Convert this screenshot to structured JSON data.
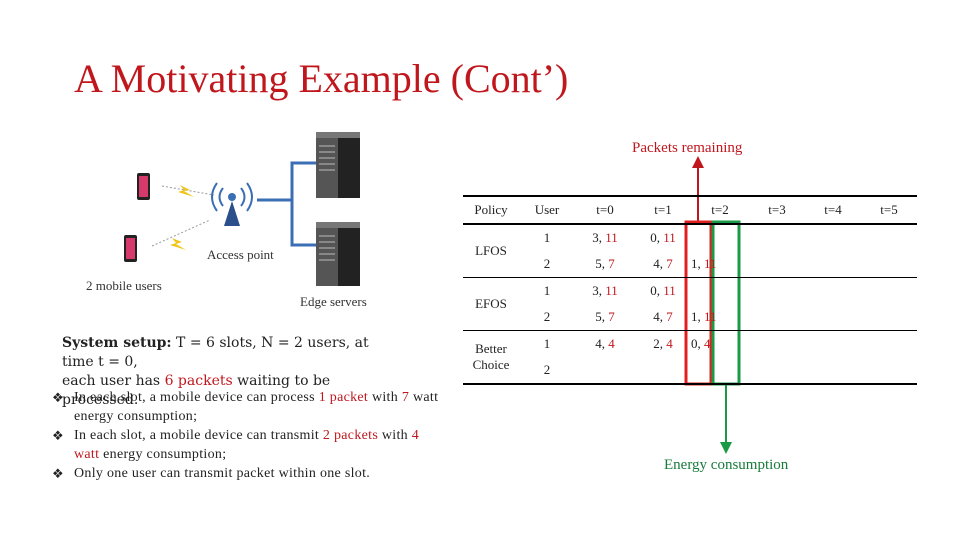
{
  "title": "A Motivating Example (Cont’)",
  "diagram": {
    "access_point_label": "Access point",
    "mobile_users_label": "2 mobile users",
    "edge_servers_label": "Edge servers"
  },
  "setup": {
    "label": "System setup:",
    "line1_rest": "T = 6 slots, N = 2 users, at time t = 0,",
    "line2_a": "each user has",
    "line2_packets": "6 packets",
    "line2_b": "waiting to be processed."
  },
  "bullets": [
    {
      "a": "In each slot, a mobile device can process",
      "hl1": "1 packet",
      "b": "with",
      "hl2": "7",
      "c": "watt energy consumption;"
    },
    {
      "a": "In each slot, a mobile device can transmit",
      "hl1": "2 packets",
      "b": "with",
      "hl2": "4 watt",
      "c": "energy consumption;"
    },
    {
      "a": "Only one user can transmit packet within one slot.",
      "hl1": "",
      "b": "",
      "hl2": "",
      "c": ""
    }
  ],
  "annotations": {
    "packets_remaining": "Packets remaining",
    "energy_consumption": "Energy consumption"
  },
  "table": {
    "headers": [
      "Policy",
      "User",
      "t=0",
      "t=1",
      "t=2",
      "t=3",
      "t=4",
      "t=5"
    ],
    "policies": [
      {
        "name": "LFOS",
        "rows": [
          {
            "user": "1",
            "t0": [
              "3",
              "11"
            ],
            "t1": [
              "0",
              "11"
            ],
            "t2": [
              "",
              ""
            ]
          },
          {
            "user": "2",
            "t0": [
              "5",
              "7"
            ],
            "t1": [
              "4",
              "7"
            ],
            "t2": [
              "1",
              "11"
            ]
          }
        ]
      },
      {
        "name": "EFOS",
        "rows": [
          {
            "user": "1",
            "t0": [
              "3",
              "11"
            ],
            "t1": [
              "0",
              "11"
            ],
            "t2": [
              "",
              ""
            ]
          },
          {
            "user": "2",
            "t0": [
              "5",
              "7"
            ],
            "t1": [
              "4",
              "7"
            ],
            "t2": [
              "1",
              "11"
            ]
          }
        ]
      },
      {
        "name": "Better Choice",
        "rows": [
          {
            "user": "1",
            "t0": [
              "4",
              "4"
            ],
            "t1": [
              "2",
              "4"
            ],
            "t2": [
              "0",
              "4"
            ]
          },
          {
            "user": "2",
            "t0": [
              "",
              ""
            ],
            "t1": [
              "",
              ""
            ],
            "t2": [
              "",
              ""
            ]
          }
        ]
      }
    ]
  },
  "colors": {
    "accent_red": "#c0171d",
    "accent_green": "#1a9a46",
    "link_blue": "#3a6fb5"
  }
}
